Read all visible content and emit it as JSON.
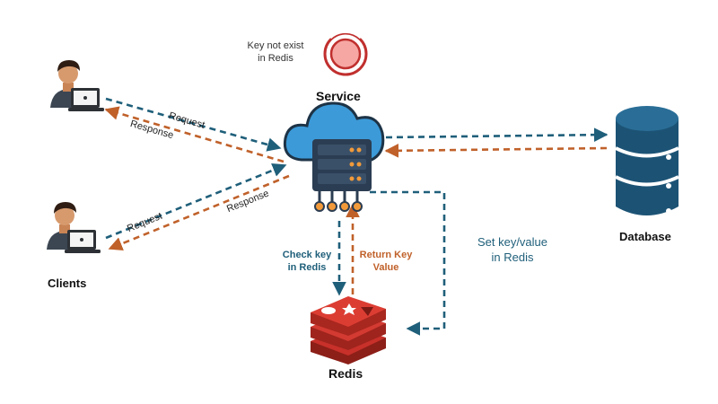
{
  "notes": {
    "key_not_exist": "Key not exist\nin Redis"
  },
  "nodes": {
    "service": "Service",
    "clients": "Clients",
    "database": "Database",
    "redis": "Redis"
  },
  "edges": {
    "request_1": "Request",
    "response_1": "Response",
    "request_2": "Request",
    "response_2": "Response",
    "check_key": "Check key\nin Redis",
    "return_key": "Return Key\nValue",
    "set_key": "Set key/value\nin Redis"
  },
  "colors": {
    "request_arrow": "#1f5f7a",
    "response_arrow": "#c0612a",
    "cloud": "#3c9ad8",
    "server": "#2b3d52",
    "database": "#1c5375",
    "redis": "#c8302a",
    "alert_ring": "#c0302e"
  },
  "icons": [
    "client-laptop-icon",
    "cloud-server-icon",
    "database-icon",
    "redis-logo-icon",
    "alert-target-icon"
  ]
}
